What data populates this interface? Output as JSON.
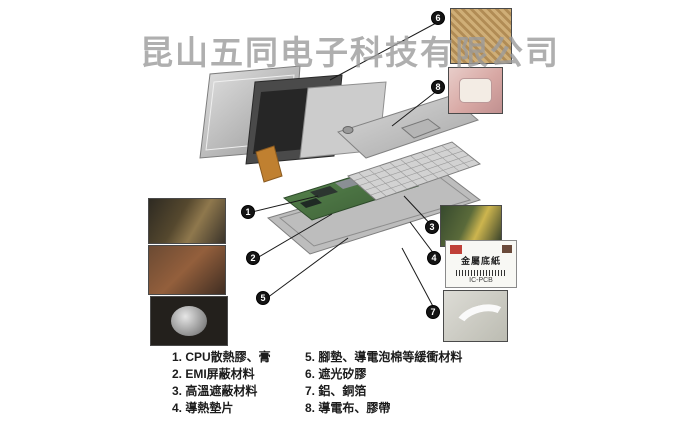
{
  "watermark": "昆山五同电子科技有限公司",
  "callouts": [
    "1",
    "2",
    "3",
    "4",
    "5",
    "6",
    "7",
    "8"
  ],
  "legend": {
    "items_left": [
      "1. CPU散熱膠、膏",
      "2. EMI屏蔽材料",
      "3. 高溫遮蔽材料",
      "4. 導熱墊片"
    ],
    "items_right": [
      "5. 腳墊、導電泡棉等緩衝材料",
      "6. 遮光矽膠",
      "7. 鋁、銅箔",
      "8. 導電布、膠帶"
    ]
  },
  "label_card": {
    "title": "金屬底紙",
    "subtitle": "IC-PCB"
  },
  "colors": {
    "callout_bg": "#141414",
    "watermark": "#9c9c9c",
    "motherboard_green": "#4d7a46"
  }
}
